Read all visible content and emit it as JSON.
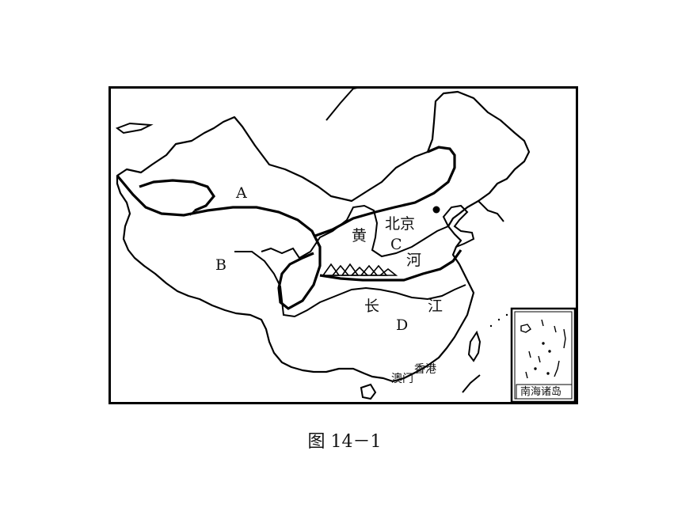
{
  "regions": {
    "a": "A",
    "b": "B",
    "c": "C",
    "d": "D"
  },
  "rivers": {
    "huang": "黄",
    "he": "河",
    "chang": "长",
    "jiang": "江"
  },
  "places": {
    "beijing": "北京",
    "hongkong": "香港",
    "macau": "澳门"
  },
  "inset": {
    "label": "南海诸岛"
  },
  "caption": "图 14－1",
  "colors": {
    "line": "#000000",
    "background": "#ffffff"
  }
}
